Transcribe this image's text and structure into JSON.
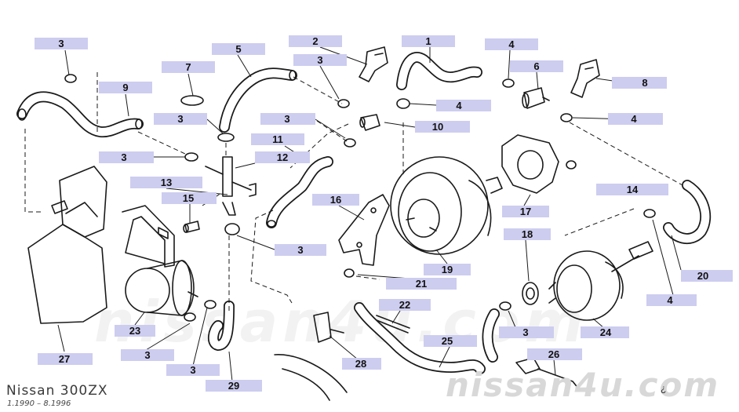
{
  "header": {
    "brand": "Nissan 300ZX",
    "years": "1.1990 – 8.1996"
  },
  "watermark": {
    "logo_text": "nissan4u.com",
    "mark": "¿",
    "bg_text": "nissan4u.com"
  },
  "colors": {
    "label_fill": "#cdcdf0",
    "line": "#1a1a1a",
    "logo": "#d8d8d8"
  },
  "callouts": [
    {
      "id": "c-3a",
      "text": "3"
    },
    {
      "id": "c-9",
      "text": "9"
    },
    {
      "id": "c-7",
      "text": "7"
    },
    {
      "id": "c-5",
      "text": "5"
    },
    {
      "id": "c-2",
      "text": "2"
    },
    {
      "id": "c-3b",
      "text": "3"
    },
    {
      "id": "c-1",
      "text": "1"
    },
    {
      "id": "c-4a",
      "text": "4"
    },
    {
      "id": "c-6",
      "text": "6"
    },
    {
      "id": "c-8",
      "text": "8"
    },
    {
      "id": "c-4b",
      "text": "4"
    },
    {
      "id": "c-3c",
      "text": "3"
    },
    {
      "id": "c-3d",
      "text": "3"
    },
    {
      "id": "c-10",
      "text": "10"
    },
    {
      "id": "c-4c",
      "text": "4"
    },
    {
      "id": "c-11",
      "text": "11"
    },
    {
      "id": "c-3e",
      "text": "3"
    },
    {
      "id": "c-12",
      "text": "12"
    },
    {
      "id": "c-13",
      "text": "13"
    },
    {
      "id": "c-14",
      "text": "14"
    },
    {
      "id": "c-15",
      "text": "15"
    },
    {
      "id": "c-16",
      "text": "16"
    },
    {
      "id": "c-17",
      "text": "17"
    },
    {
      "id": "c-18",
      "text": "18"
    },
    {
      "id": "c-3f",
      "text": "3"
    },
    {
      "id": "c-19",
      "text": "19"
    },
    {
      "id": "c-20",
      "text": "20"
    },
    {
      "id": "c-21",
      "text": "21"
    },
    {
      "id": "c-4d",
      "text": "4"
    },
    {
      "id": "c-22",
      "text": "22"
    },
    {
      "id": "c-23",
      "text": "23"
    },
    {
      "id": "c-3g",
      "text": "3"
    },
    {
      "id": "c-24",
      "text": "24"
    },
    {
      "id": "c-25",
      "text": "25"
    },
    {
      "id": "c-3h",
      "text": "3"
    },
    {
      "id": "c-27",
      "text": "27"
    },
    {
      "id": "c-26",
      "text": "26"
    },
    {
      "id": "c-28",
      "text": "28"
    },
    {
      "id": "c-3i",
      "text": "3"
    },
    {
      "id": "c-29",
      "text": "29"
    }
  ]
}
